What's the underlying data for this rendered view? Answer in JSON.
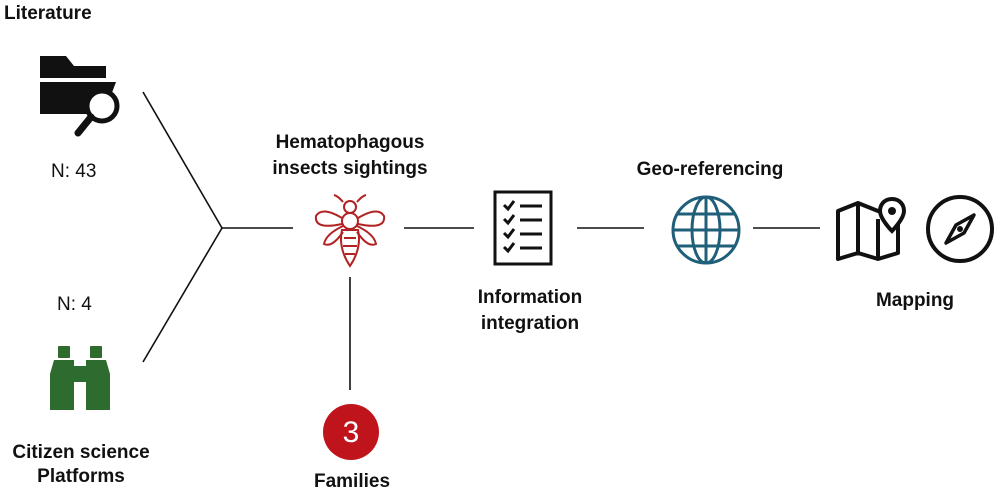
{
  "literature": {
    "title": "Literature",
    "count": "N: 43",
    "icon": "folder-search-icon"
  },
  "citizen": {
    "title_line1": "Citizen science",
    "title_line2": "Platforms",
    "count": "N: 4",
    "icon": "binoculars-icon"
  },
  "sightings": {
    "title_line1": "Hematophagous",
    "title_line2": "insects sightings",
    "icon": "bee-icon"
  },
  "families": {
    "number": "3",
    "label": "Families"
  },
  "integration": {
    "title_line1": "Information",
    "title_line2": "integration",
    "icon": "checklist-icon"
  },
  "georef": {
    "title": "Geo-referencing",
    "icon": "globe-icon"
  },
  "mapping": {
    "title": "Mapping",
    "icons": [
      "map-pin-icon",
      "compass-icon"
    ]
  },
  "colors": {
    "insect": "#b22222",
    "binoculars": "#2e6b2e",
    "globe": "#1f5f7a",
    "badge": "#c0141c"
  }
}
